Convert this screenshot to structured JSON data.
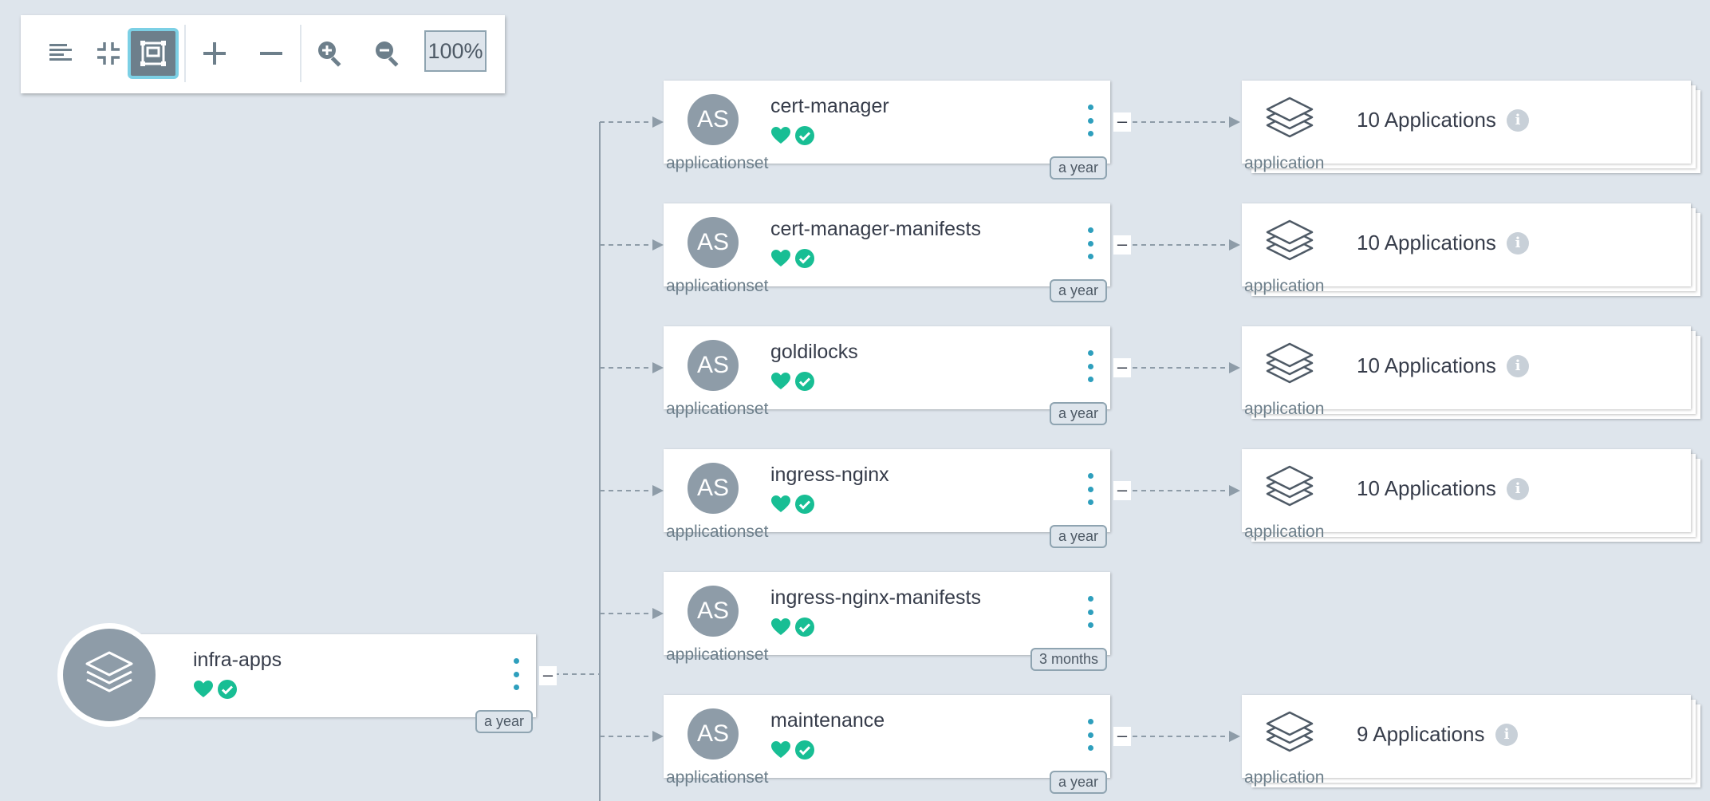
{
  "toolbar": {
    "buttons": [
      {
        "name": "align-left-icon",
        "active": false
      },
      {
        "name": "compress-icon",
        "active": false
      },
      {
        "name": "fit-view-icon",
        "active": true
      },
      {
        "name": "expand-plus-icon",
        "active": false
      },
      {
        "name": "collapse-minus-icon",
        "active": false
      },
      {
        "name": "zoom-in-icon",
        "active": false
      },
      {
        "name": "zoom-out-icon",
        "active": false
      }
    ],
    "zoom_level": "100%"
  },
  "colors": {
    "background": "#dee5ec",
    "healthy": "#18be94",
    "accent": "#2e9fbd",
    "avatar": "#8e9ca8"
  },
  "root": {
    "name": "infra-apps",
    "age": "a year",
    "icon": "layers-icon",
    "health": "healthy",
    "sync": "synced"
  },
  "applicationsets": [
    {
      "avatar": "AS",
      "name": "cert-manager",
      "kind": "applicationset",
      "age": "a year",
      "health": "healthy",
      "sync": "synced"
    },
    {
      "avatar": "AS",
      "name": "cert-manager-manifests",
      "kind": "applicationset",
      "age": "a year",
      "health": "healthy",
      "sync": "synced"
    },
    {
      "avatar": "AS",
      "name": "goldilocks",
      "kind": "applicationset",
      "age": "a year",
      "health": "healthy",
      "sync": "synced"
    },
    {
      "avatar": "AS",
      "name": "ingress-nginx",
      "kind": "applicationset",
      "age": "a year",
      "health": "healthy",
      "sync": "synced"
    },
    {
      "avatar": "AS",
      "name": "ingress-nginx-manifests",
      "kind": "applicationset",
      "age": "3 months",
      "health": "healthy",
      "sync": "synced"
    },
    {
      "avatar": "AS",
      "name": "maintenance",
      "kind": "applicationset",
      "age": "a year",
      "health": "healthy",
      "sync": "synced"
    }
  ],
  "groups": [
    {
      "label": "10 Applications",
      "kind": "application"
    },
    {
      "label": "10 Applications",
      "kind": "application"
    },
    {
      "label": "10 Applications",
      "kind": "application"
    },
    {
      "label": "10 Applications",
      "kind": "application"
    },
    {
      "label": "9 Applications",
      "kind": "application"
    }
  ]
}
